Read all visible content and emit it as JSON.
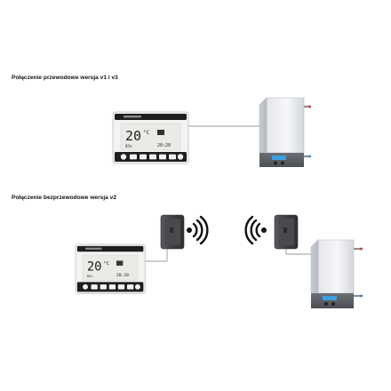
{
  "sections": {
    "wired": {
      "title": "Połączenie przewodowe wersja v1 i v3"
    },
    "wireless": {
      "title": "Połączenie bezprzewodowe wersja v2"
    }
  },
  "thermostat": {
    "temperature": "20",
    "unit": "°C",
    "time": "20:20",
    "humidity": "85%"
  },
  "colors": {
    "hot_pipe": "#d83a3a",
    "cold_pipe": "#3a86c8",
    "boiler_display": "#3da0e0",
    "receiver_body": "#4a4a4e"
  }
}
